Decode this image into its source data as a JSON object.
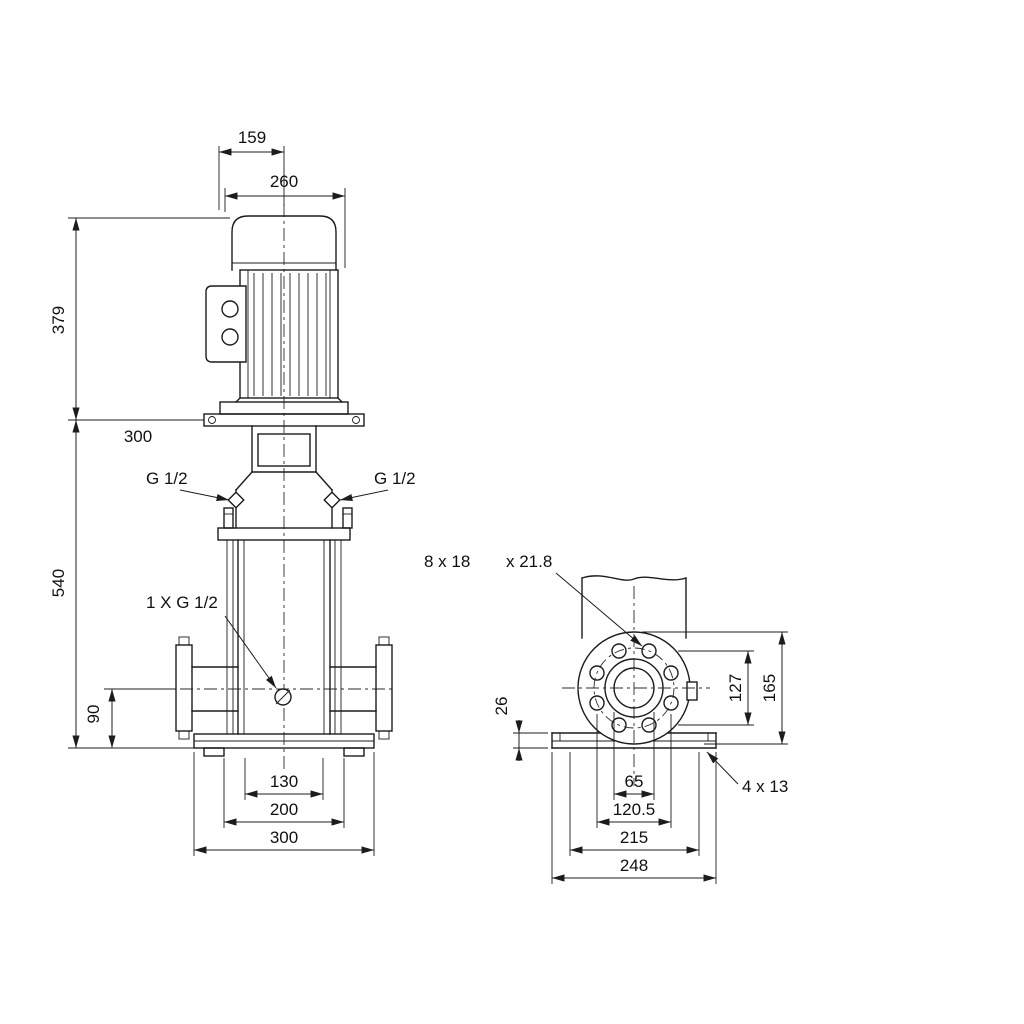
{
  "meta": {
    "background": "#ffffff",
    "ink_color": "#1c1c1c",
    "drawing_type": "pump dimensional drawing"
  },
  "front": {
    "dim_159": "159",
    "dim_260": "260",
    "dim_379": "379",
    "dim_300_offset": "300",
    "dim_540": "540",
    "dim_90": "90",
    "plug_left": "G 1/2",
    "plug_right": "G 1/2",
    "drain_label": "1 X G 1/2",
    "dim_130": "130",
    "dim_200": "200",
    "dim_300_base": "300"
  },
  "side": {
    "holes_label_a": "8 x 18",
    "holes_label_b": "x 21.8",
    "dim_26": "26",
    "dim_127": "127",
    "dim_165": "165",
    "dim_65": "65",
    "dim_120_5": "120.5",
    "dim_215": "215",
    "dim_248": "248",
    "slots_label": "4 x 13"
  }
}
